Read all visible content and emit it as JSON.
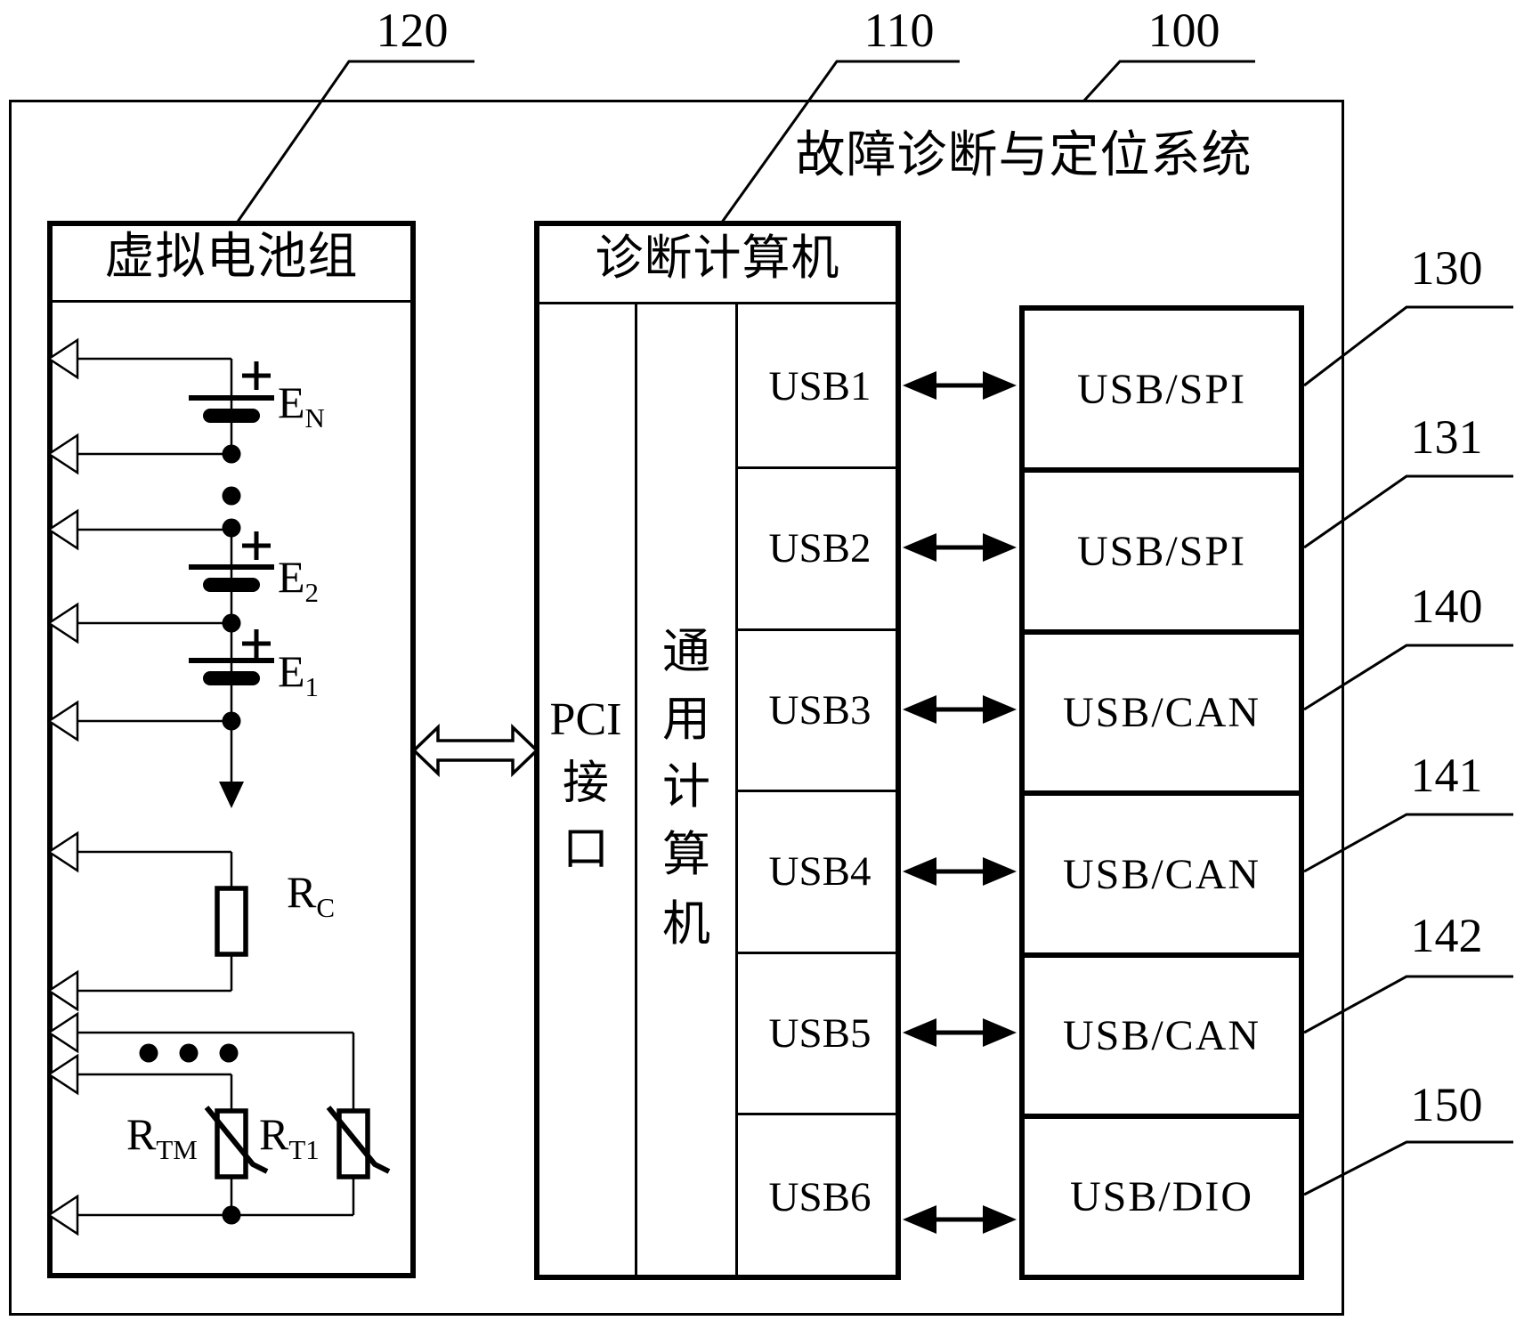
{
  "system": {
    "title": "故障诊断与定位系统",
    "label": "100"
  },
  "battery_box": {
    "label": "120",
    "header": "虚拟电池组",
    "plus": "+",
    "cells": [
      {
        "base": "E",
        "sub": "N"
      },
      {
        "base": "E",
        "sub": "2"
      },
      {
        "base": "E",
        "sub": "1"
      }
    ],
    "resistor": {
      "base": "R",
      "sub": "C"
    },
    "thermistors": [
      {
        "base": "R",
        "sub": "TM"
      },
      {
        "base": "R",
        "sub": "T1"
      }
    ]
  },
  "computer_box": {
    "label": "110",
    "header": "诊断计算机",
    "pci_lines": [
      "PCI",
      "接",
      "口"
    ],
    "general_chars": [
      "通",
      "用",
      "计",
      "算",
      "机"
    ],
    "usb_ports": [
      "USB1",
      "USB2",
      "USB3",
      "USB4",
      "USB5",
      "USB6"
    ]
  },
  "converters": [
    {
      "label": "130",
      "name": "USB/SPI"
    },
    {
      "label": "131",
      "name": "USB/SPI"
    },
    {
      "label": "140",
      "name": "USB/CAN"
    },
    {
      "label": "141",
      "name": "USB/CAN"
    },
    {
      "label": "142",
      "name": "USB/CAN"
    },
    {
      "label": "150",
      "name": "USB/DIO"
    }
  ],
  "colors": {
    "ink": "#000000",
    "paper": "#ffffff"
  }
}
